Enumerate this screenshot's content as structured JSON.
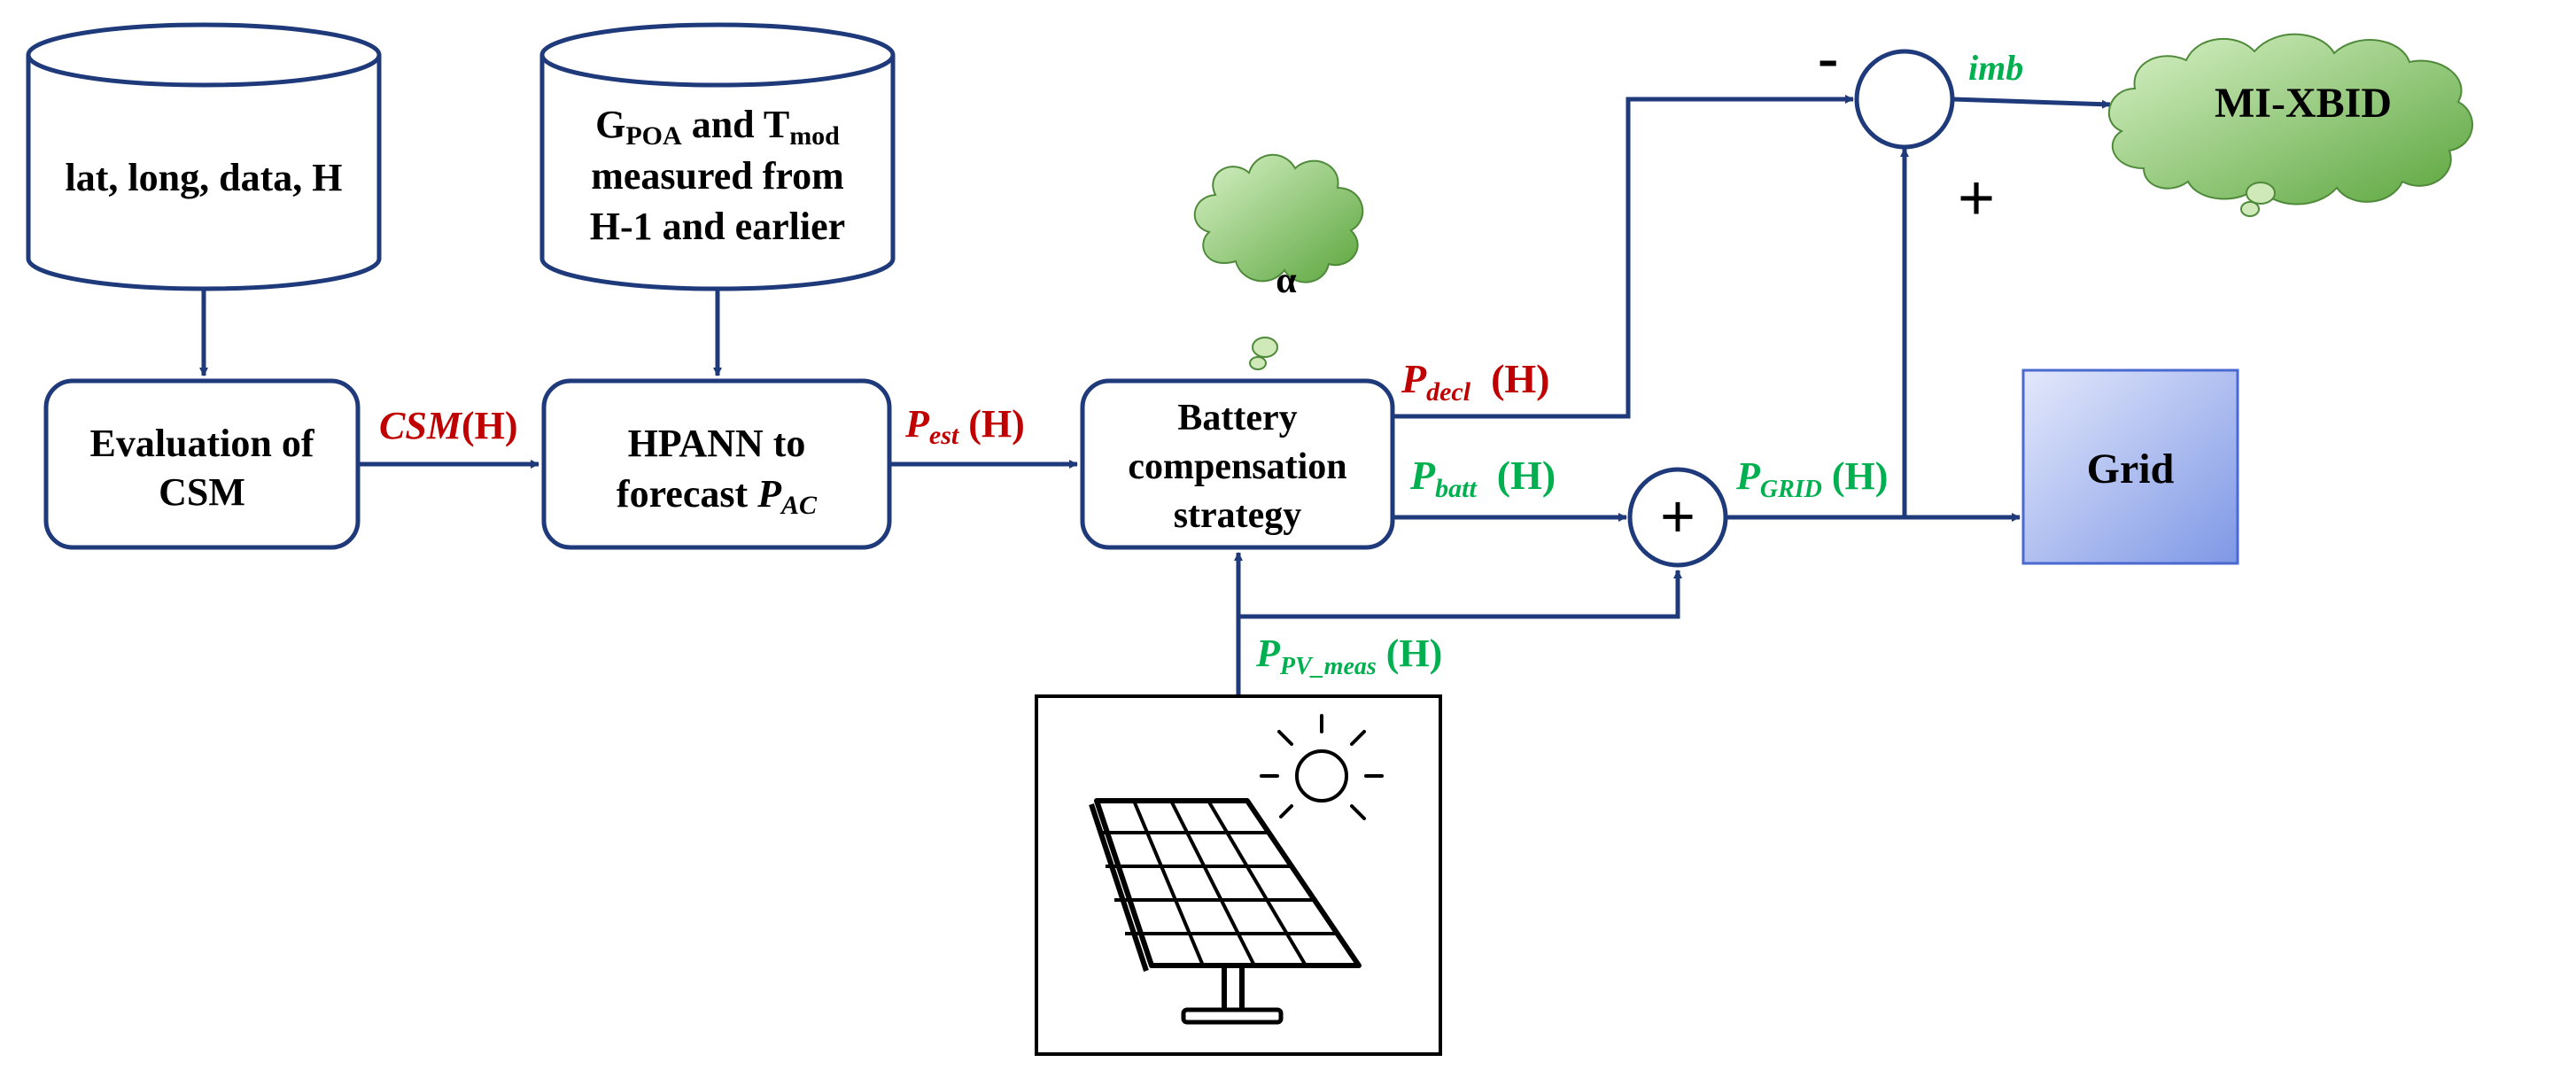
{
  "colors": {
    "stroke": "#1f3a7a",
    "red": "#c00000",
    "green": "#00b050",
    "text": "#000000",
    "grid_fill_light": "#e3e8fb",
    "grid_fill_dark": "#7f98e6",
    "cloud_light": "#d9f2c8",
    "cloud_dark": "#5aa53c"
  },
  "databases": {
    "db1": {
      "text": "lat, long, data, H"
    },
    "db2": {
      "line1": {
        "g": "G",
        "g_sub": "POA",
        "and": " and T",
        "t_sub": "mod"
      },
      "line2": "measured from",
      "line3": "H-1 and earlier"
    }
  },
  "boxes": {
    "csm_box": {
      "line1": "Evaluation of",
      "line2": "CSM"
    },
    "hpann_box": {
      "line1": "HPANN to",
      "line2_prefix": "forecast ",
      "line2_var": "P",
      "line2_sub": "AC"
    },
    "battery_box": {
      "line1": "Battery",
      "line2": "compensation",
      "line3": "strategy"
    },
    "grid_box": {
      "label": "Grid"
    }
  },
  "clouds": {
    "alpha": {
      "label": "α"
    },
    "mixbid": {
      "label": "MI-XBID"
    }
  },
  "signals": {
    "csm": {
      "var": "CSM",
      "suffix": "(H)"
    },
    "p_est": {
      "var": "P",
      "sub": "est",
      "suffix": " (H)"
    },
    "p_decl": {
      "var": "P",
      "sub": "decl",
      "suffix": "  (H)"
    },
    "p_batt": {
      "var": "P",
      "sub": "batt",
      "suffix": "  (H)"
    },
    "p_grid": {
      "var": "P",
      "sub": "GRID",
      "suffix": " (H)"
    },
    "p_pv_meas": {
      "var": "P",
      "sub": "PV_meas",
      "suffix": " (H)"
    },
    "imb": {
      "label": "imb"
    }
  },
  "summing_junctions": {
    "top": {
      "minus": "-",
      "plus": "+"
    },
    "bottom": {
      "symbol": "+"
    }
  },
  "icons": {
    "solar_panel": "solar-panel-icon",
    "sun": "sun-icon"
  }
}
